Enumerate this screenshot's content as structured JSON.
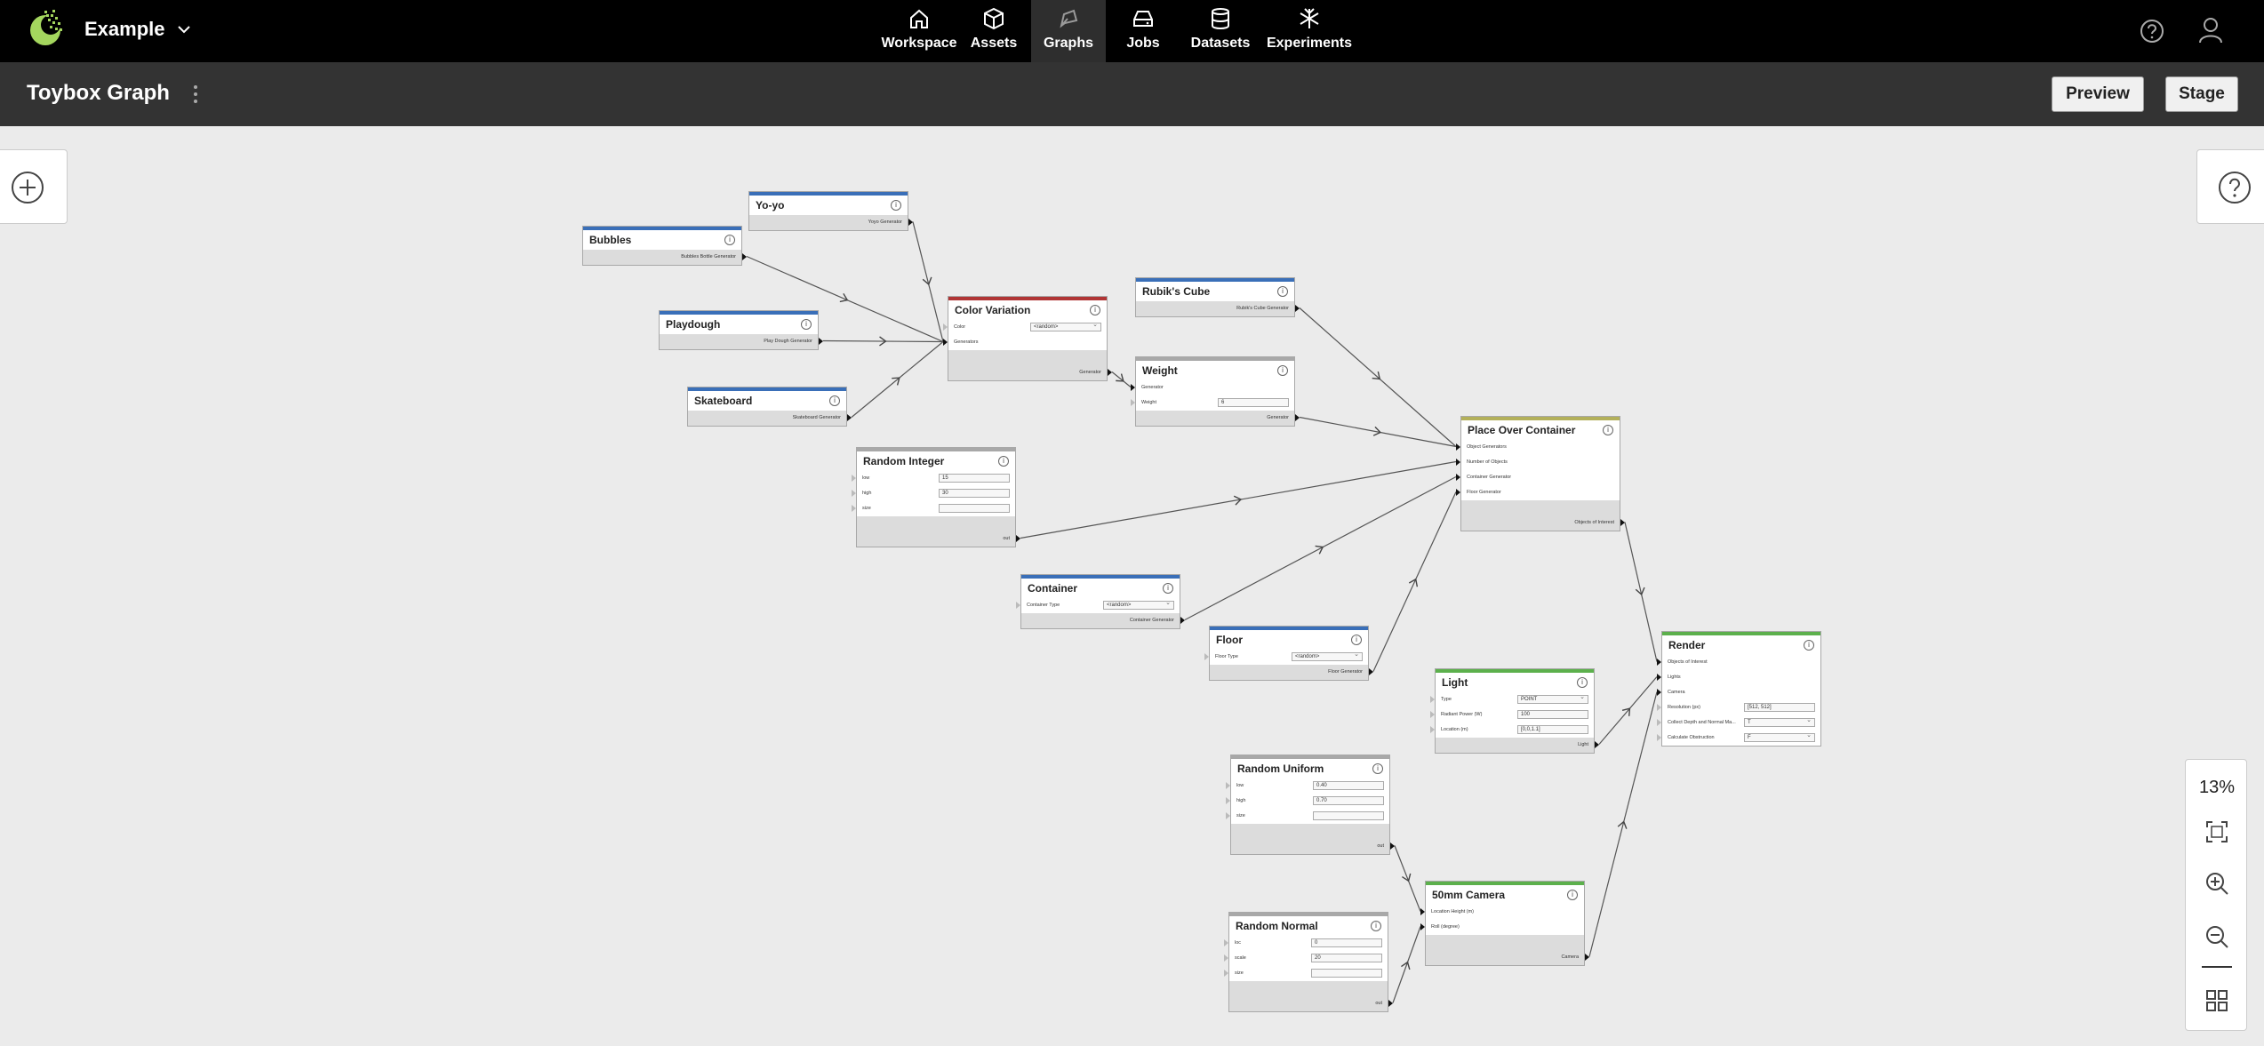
{
  "topbar": {
    "workspace_name": "Example",
    "logo_color": "#a4d65e",
    "nav": [
      {
        "label": "Workspace",
        "icon": "home-icon"
      },
      {
        "label": "Assets",
        "icon": "cube-icon"
      },
      {
        "label": "Graphs",
        "icon": "pen-tool-icon",
        "active": true
      },
      {
        "label": "Jobs",
        "icon": "drive-icon"
      },
      {
        "label": "Datasets",
        "icon": "database-icon"
      },
      {
        "label": "Experiments",
        "icon": "experiment-icon"
      }
    ]
  },
  "subbar": {
    "title": "Toybox Graph",
    "preview_label": "Preview",
    "stage_label": "Stage"
  },
  "zoom": {
    "level": "13%"
  },
  "colors": {
    "generator_bar": "#3a6fb8",
    "modifier_bar": "#b03535",
    "value_bar": "#a8a8a8",
    "placement_bar": "#b3b05a",
    "render_bar": "#5cb04c"
  },
  "nodes": [
    {
      "id": "bubbles",
      "title": "Bubbles",
      "bar": "#3a6fb8",
      "rows": [
        {
          "label": "Bubbles Bottle Generator",
          "kind": "out"
        }
      ]
    },
    {
      "id": "yoyo",
      "title": "Yo-yo",
      "bar": "#3a6fb8",
      "rows": [
        {
          "label": "Yoyo Generator",
          "kind": "out"
        }
      ]
    },
    {
      "id": "playdough",
      "title": "Playdough",
      "bar": "#3a6fb8",
      "rows": [
        {
          "label": "Play Dough Generator",
          "kind": "out"
        }
      ]
    },
    {
      "id": "skateboard",
      "title": "Skateboard",
      "bar": "#3a6fb8",
      "rows": [
        {
          "label": "Skateboard Generator",
          "kind": "out"
        }
      ]
    },
    {
      "id": "color",
      "title": "Color Variation",
      "bar": "#b03535",
      "rows": [
        {
          "label": "Color",
          "kind": "in",
          "value": "<random>",
          "select": true
        },
        {
          "label": "Generators",
          "kind": "in",
          "conn": true
        },
        {
          "label": "",
          "kind": "blank"
        },
        {
          "label": "Generator",
          "kind": "out"
        }
      ]
    },
    {
      "id": "rubik",
      "title": "Rubik's Cube",
      "bar": "#3a6fb8",
      "rows": [
        {
          "label": "Rubik's Cube Generator",
          "kind": "out"
        }
      ]
    },
    {
      "id": "weight",
      "title": "Weight",
      "bar": "#a8a8a8",
      "rows": [
        {
          "label": "Generator",
          "kind": "in",
          "conn": true
        },
        {
          "label": "Weight",
          "kind": "in",
          "value": "6"
        },
        {
          "label": "Generator",
          "kind": "out"
        }
      ]
    },
    {
      "id": "randint",
      "title": "Random Integer",
      "bar": "#a8a8a8",
      "rows": [
        {
          "label": "low",
          "kind": "in",
          "value": "15"
        },
        {
          "label": "high",
          "kind": "in",
          "value": "30"
        },
        {
          "label": "size",
          "kind": "in",
          "value": ""
        },
        {
          "label": "",
          "kind": "blank"
        },
        {
          "label": "out",
          "kind": "out"
        }
      ]
    },
    {
      "id": "container",
      "title": "Container",
      "bar": "#3a6fb8",
      "rows": [
        {
          "label": "Container Type",
          "kind": "in",
          "value": "<random>",
          "select": true
        },
        {
          "label": "Container Generator",
          "kind": "out"
        }
      ]
    },
    {
      "id": "floor",
      "title": "Floor",
      "bar": "#3a6fb8",
      "rows": [
        {
          "label": "Floor Type",
          "kind": "in",
          "value": "<random>",
          "select": true
        },
        {
          "label": "Floor Generator",
          "kind": "out"
        }
      ]
    },
    {
      "id": "place",
      "title": "Place Over Container",
      "bar": "#b3b05a",
      "rows": [
        {
          "label": "Object Generators",
          "kind": "in",
          "conn": true
        },
        {
          "label": "Number of Objects",
          "kind": "in",
          "conn": true
        },
        {
          "label": "Container Generator",
          "kind": "in",
          "conn": true
        },
        {
          "label": "Floor Generator",
          "kind": "in",
          "conn": true
        },
        {
          "label": "",
          "kind": "blank"
        },
        {
          "label": "Objects of Interest",
          "kind": "out"
        }
      ]
    },
    {
      "id": "light",
      "title": "Light",
      "bar": "#5cb04c",
      "rows": [
        {
          "label": "Type",
          "kind": "in",
          "value": "POINT",
          "select": true
        },
        {
          "label": "Radiant Power (W)",
          "kind": "in",
          "value": "100"
        },
        {
          "label": "Location (m)",
          "kind": "in",
          "value": "[0,0,1.1]"
        },
        {
          "label": "Light",
          "kind": "out"
        }
      ]
    },
    {
      "id": "render",
      "title": "Render",
      "bar": "#5cb04c",
      "rows": [
        {
          "label": "Objects of Interest",
          "kind": "in",
          "conn": true
        },
        {
          "label": "Lights",
          "kind": "in",
          "conn": true
        },
        {
          "label": "Camera",
          "kind": "in",
          "conn": true
        },
        {
          "label": "Resolution (px)",
          "kind": "in",
          "value": "[512, 512]"
        },
        {
          "label": "Collect Depth and Normal Ma...",
          "kind": "in",
          "value": "T",
          "select": true
        },
        {
          "label": "Calculate Obstruction",
          "kind": "in",
          "value": "F",
          "select": true
        }
      ]
    },
    {
      "id": "runiform",
      "title": "Random Uniform",
      "bar": "#a8a8a8",
      "rows": [
        {
          "label": "low",
          "kind": "in",
          "value": "0.40"
        },
        {
          "label": "high",
          "kind": "in",
          "value": "0.70"
        },
        {
          "label": "size",
          "kind": "in",
          "value": ""
        },
        {
          "label": "",
          "kind": "blank"
        },
        {
          "label": "out",
          "kind": "out"
        }
      ]
    },
    {
      "id": "rnormal",
      "title": "Random Normal",
      "bar": "#a8a8a8",
      "rows": [
        {
          "label": "loc",
          "kind": "in",
          "value": "0"
        },
        {
          "label": "scale",
          "kind": "in",
          "value": "20"
        },
        {
          "label": "size",
          "kind": "in",
          "value": ""
        },
        {
          "label": "",
          "kind": "blank"
        },
        {
          "label": "out",
          "kind": "out"
        }
      ]
    },
    {
      "id": "camera",
      "title": "50mm Camera",
      "bar": "#5cb04c",
      "rows": [
        {
          "label": "Location Height (m)",
          "kind": "in",
          "conn": true
        },
        {
          "label": "Roll (degree)",
          "kind": "in",
          "conn": true
        },
        {
          "label": "",
          "kind": "blank"
        },
        {
          "label": "Camera",
          "kind": "out"
        }
      ]
    }
  ],
  "edges": [
    {
      "from": "yoyo",
      "to": "color",
      "to_row": 1
    },
    {
      "from": "bubbles",
      "to": "color",
      "to_row": 1
    },
    {
      "from": "playdough",
      "to": "color",
      "to_row": 1
    },
    {
      "from": "skateboard",
      "to": "color",
      "to_row": 1
    },
    {
      "from": "color",
      "to": "weight",
      "to_row": 0
    },
    {
      "from": "rubik",
      "to": "place",
      "to_row": 0
    },
    {
      "from": "weight",
      "to": "place",
      "to_row": 0
    },
    {
      "from": "randint",
      "to": "place",
      "to_row": 1
    },
    {
      "from": "container",
      "to": "place",
      "to_row": 2
    },
    {
      "from": "floor",
      "to": "place",
      "to_row": 3
    },
    {
      "from": "place",
      "to": "render",
      "to_row": 0
    },
    {
      "from": "light",
      "to": "render",
      "to_row": 1
    },
    {
      "from": "camera",
      "to": "render",
      "to_row": 2
    },
    {
      "from": "runiform",
      "to": "camera",
      "to_row": 0
    },
    {
      "from": "rnormal",
      "to": "camera",
      "to_row": 1
    }
  ]
}
